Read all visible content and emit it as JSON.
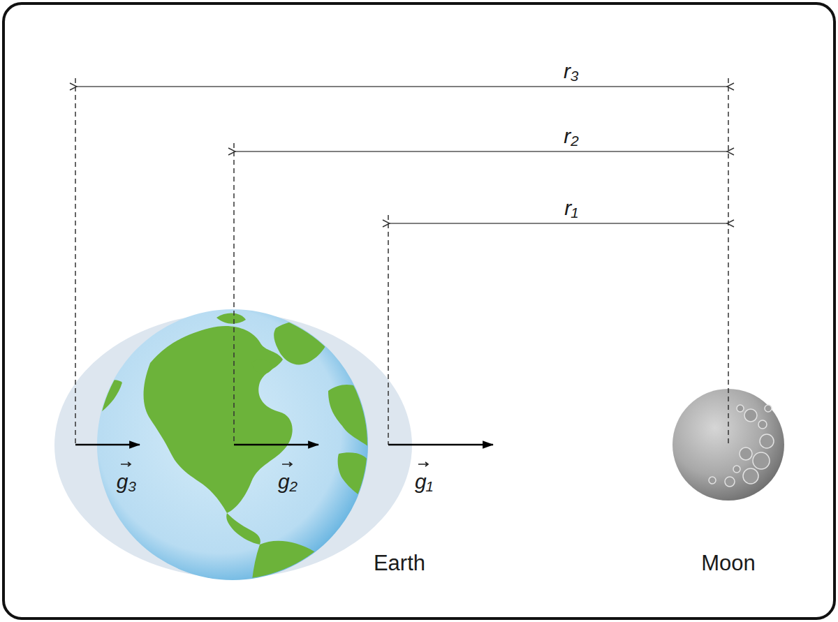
{
  "diagram": {
    "labels": [
      "r₃",
      "r₂",
      "r₁",
      "g₃",
      "g₂",
      "g₁",
      "Earth",
      "Moon"
    ]
  }
}
